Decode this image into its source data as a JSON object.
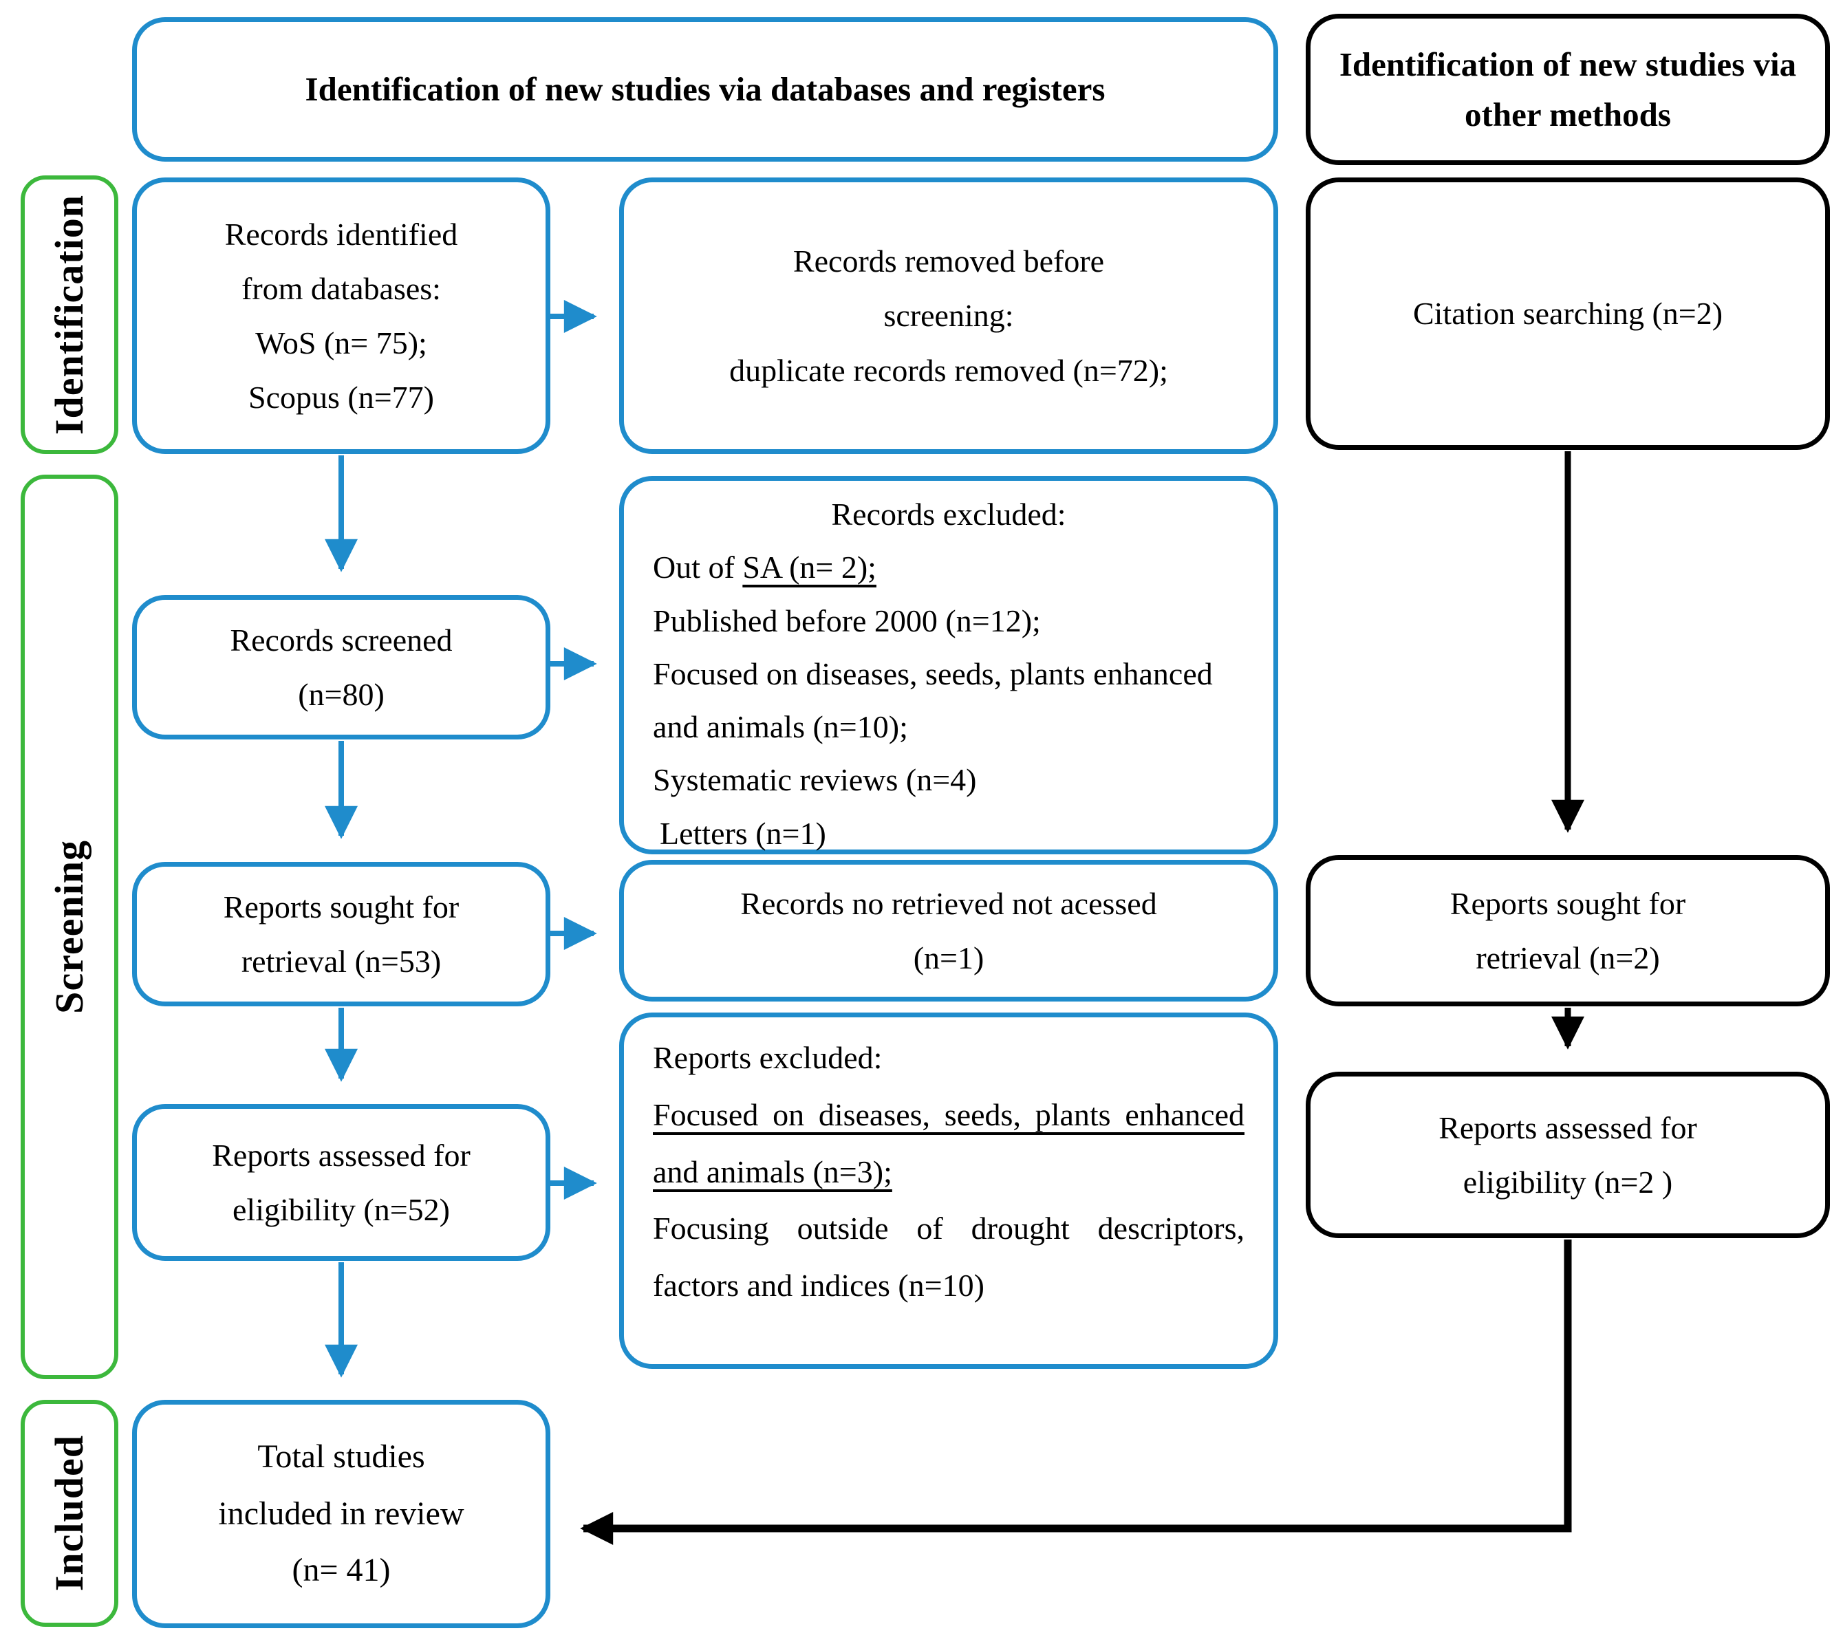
{
  "palette": {
    "accent_blue": "#1f8ccc",
    "accent_green": "#3cb83c",
    "line_black": "#000000"
  },
  "headers": {
    "databases": "Identification of new studies via databases and registers",
    "other_methods": "Identification of new studies via other methods"
  },
  "stages": {
    "identification": "Identification",
    "screening": "Screening",
    "included": "Included"
  },
  "boxes": {
    "records_identified": {
      "l1": "Records identified",
      "l2": "from databases:",
      "l3": "WoS (n= 75);",
      "l4": "Scopus (n=77)"
    },
    "records_removed": {
      "l1": "Records removed before",
      "l2": "screening:",
      "l3": "duplicate records removed (n=72);"
    },
    "citation_searching": {
      "l1": "Citation searching (n=2)"
    },
    "records_screened": {
      "l1": "Records screened",
      "l2": "(n=80)"
    },
    "records_excluded": {
      "title": "Records excluded:",
      "out_of_prefix": "Out of ",
      "out_of_underlined": "SA (n= 2);",
      "published": "Published before 2000 (n=12);",
      "focused": "Focused on diseases, seeds, plants enhanced and animals (n=10);",
      "systematic": "Systematic reviews (n=4)",
      "letters": "Letters (n=1)"
    },
    "reports_sought": {
      "l1": "Reports sought for",
      "l2": "retrieval (n=53)"
    },
    "records_not_retrieved": {
      "l1": "Records no retrieved not acessed",
      "l2": "(n=1)"
    },
    "reports_sought_other": {
      "l1": "Reports sought for",
      "l2": "retrieval (n=2)"
    },
    "reports_assessed": {
      "l1": "Reports assessed for",
      "l2": "eligibility (n=52)"
    },
    "reports_excluded": {
      "title": "Reports excluded:",
      "underlined": "Focused on diseases, seeds, plants enhanced and animals (n=3);",
      "justified": "Focusing outside of drought descriptors, factors and indices (n=10)"
    },
    "reports_assessed_other": {
      "l1": "Reports assessed for",
      "l2": "eligibility (n=2 )"
    },
    "total_included": {
      "l1": "Total studies",
      "l2": "included in review",
      "l3": "(n= 41)"
    }
  },
  "edges": [
    {
      "from": "records_identified",
      "to": "records_removed",
      "color": "blue"
    },
    {
      "from": "records_identified",
      "to": "records_screened",
      "color": "blue"
    },
    {
      "from": "records_screened",
      "to": "records_excluded",
      "color": "blue"
    },
    {
      "from": "records_screened",
      "to": "reports_sought",
      "color": "blue"
    },
    {
      "from": "reports_sought",
      "to": "records_not_retrieved",
      "color": "blue"
    },
    {
      "from": "reports_sought",
      "to": "reports_assessed",
      "color": "blue"
    },
    {
      "from": "reports_assessed",
      "to": "reports_excluded",
      "color": "blue"
    },
    {
      "from": "reports_assessed",
      "to": "total_included",
      "color": "blue"
    },
    {
      "from": "citation_searching",
      "to": "reports_sought_other",
      "color": "black"
    },
    {
      "from": "reports_sought_other",
      "to": "reports_assessed_other",
      "color": "black"
    },
    {
      "from": "reports_assessed_other",
      "to": "total_included",
      "color": "black"
    }
  ]
}
